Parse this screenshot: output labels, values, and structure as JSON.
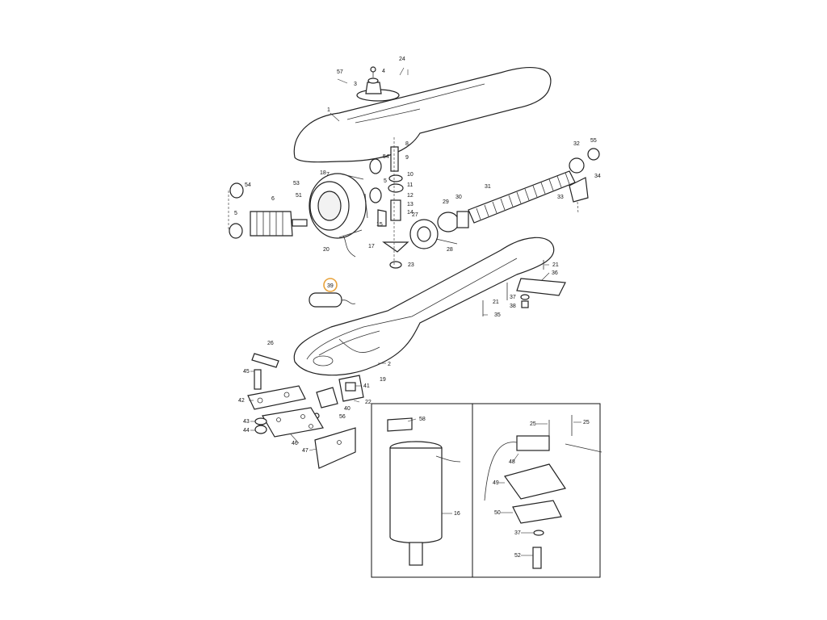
{
  "labels": {
    "l1": "1",
    "l2": "2",
    "l3": "3",
    "l4": "4",
    "l5a": "5",
    "l5b": "5",
    "l6": "6",
    "l7": "7",
    "l8": "8",
    "l9": "9",
    "l10": "10",
    "l11": "11",
    "l12": "12",
    "l13": "13",
    "l14": "14",
    "l15": "15",
    "l16": "16",
    "l17": "17",
    "l18": "18",
    "l19": "19",
    "l20": "20",
    "l21a": "21",
    "l21b": "21",
    "l22": "22",
    "l23": "23",
    "l24": "24",
    "l25a": "25",
    "l25b": "25",
    "l26": "26",
    "l27": "27",
    "l28": "28",
    "l29": "29",
    "l30": "30",
    "l31": "31",
    "l32": "32",
    "l33": "33",
    "l34": "34",
    "l35": "35",
    "l36": "36",
    "l37a": "37",
    "l37b": "37",
    "l38": "38",
    "l39": "39",
    "l40": "40",
    "l41": "41",
    "l42": "42",
    "l43": "43",
    "l44": "44",
    "l45": "45",
    "l46": "46",
    "l47": "47",
    "l48": "48",
    "l49": "49",
    "l50": "50",
    "l51": "51",
    "l52": "52",
    "l53": "53",
    "l54a": "54",
    "l54b": "54",
    "l55": "55",
    "l56": "56",
    "l57": "57",
    "l58": "58"
  },
  "highlight_color": "#e8a23a"
}
